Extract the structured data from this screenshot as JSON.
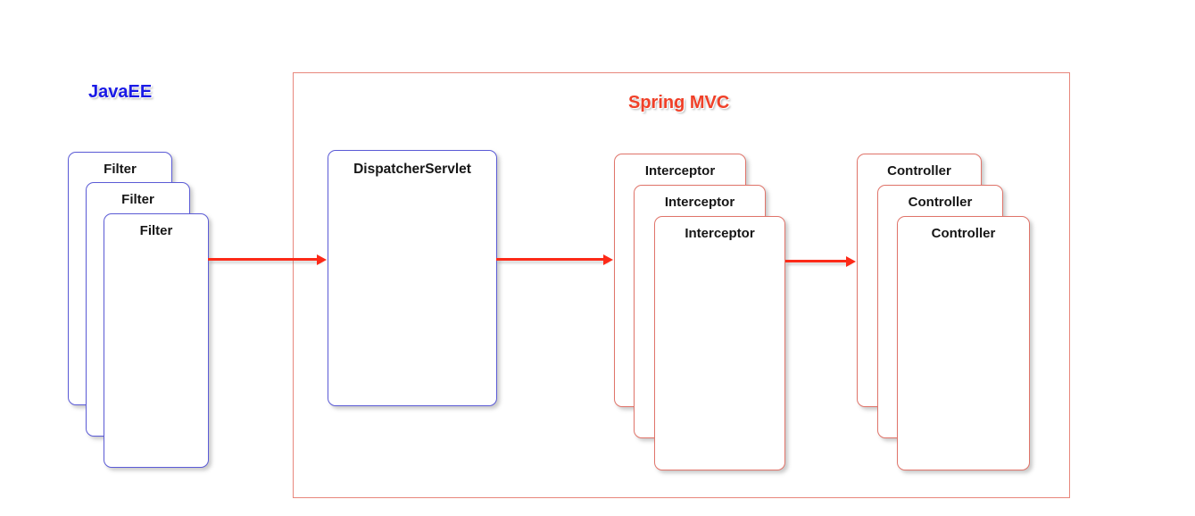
{
  "diagram": {
    "title_javaee": "JavaEE",
    "title_springmvc": "Spring MVC",
    "colors": {
      "javaee_label": "#1a1ae6",
      "springmvc_label": "#f04028",
      "blue_border": "#5b5bd6",
      "red_border": "#e0746a",
      "container_border": "#e8877c",
      "arrow": "#fc2a18",
      "background": "#ffffff",
      "text": "#161616"
    },
    "filters": [
      {
        "label": "Filter"
      },
      {
        "label": "Filter"
      },
      {
        "label": "Filter"
      }
    ],
    "dispatcher": {
      "label": "DispatcherServlet"
    },
    "interceptors": [
      {
        "label": "Interceptor"
      },
      {
        "label": "Interceptor"
      },
      {
        "label": "Interceptor"
      }
    ],
    "controllers": [
      {
        "label": "Controller"
      },
      {
        "label": "Controller"
      },
      {
        "label": "Controller"
      }
    ],
    "arrows": [
      {
        "name": "filters-to-dispatcher"
      },
      {
        "name": "dispatcher-to-interceptors"
      },
      {
        "name": "interceptors-to-controllers"
      }
    ]
  }
}
